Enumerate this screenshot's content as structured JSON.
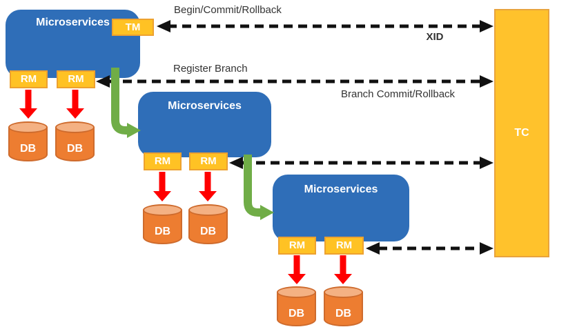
{
  "labels": {
    "begin_commit_rollback": "Begin/Commit/Rollback",
    "xid": "XID",
    "register_branch": "Register Branch",
    "branch_commit_rollback": "Branch Commit/Rollback"
  },
  "services": [
    {
      "name": "Microservices",
      "tm": "TM",
      "rms": [
        "RM",
        "RM"
      ],
      "dbs": [
        "DB",
        "DB"
      ]
    },
    {
      "name": "Microservices",
      "rms": [
        "RM",
        "RM"
      ],
      "dbs": [
        "DB",
        "DB"
      ]
    },
    {
      "name": "Microservices",
      "rms": [
        "RM",
        "RM"
      ],
      "dbs": [
        "DB",
        "DB"
      ]
    }
  ],
  "tc": {
    "label": "TC"
  },
  "colors": {
    "microservice_blue": "#2F6EB8",
    "badge_gold": "#FFC224",
    "badge_gold_border": "#EDA12F",
    "db_orange": "#ED7D31",
    "db_top_orange": "#F4B183",
    "db_border_orange": "#CE6B2D",
    "flow_green": "#70AD47",
    "db_arrow_red": "#FF0000",
    "dashed_arrow_black": "#111111"
  }
}
